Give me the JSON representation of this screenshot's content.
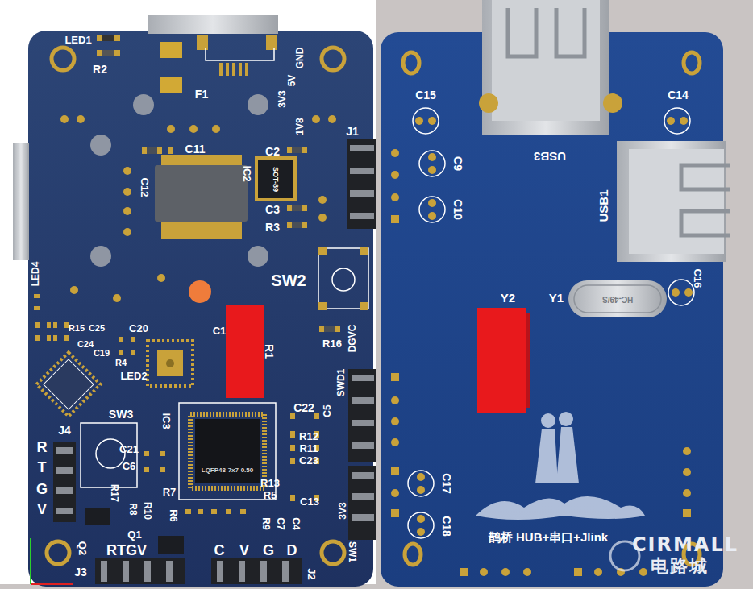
{
  "diagram": {
    "labels": [
      "LED1",
      "R2",
      "F1",
      "GND",
      "5V",
      "3V3",
      "1V8",
      "C11",
      "C2",
      "IC2",
      "SOT-89",
      "C12",
      "J1",
      "C3",
      "R3",
      "SW2",
      "LED4",
      "R15",
      "C25",
      "C20",
      "C24",
      "C19",
      "R4",
      "C1",
      "R1",
      "R16",
      "DGVC",
      "LED2",
      "SW3",
      "IC3",
      "LQFP48-7x7-0.50",
      "C22",
      "C5",
      "SWD1",
      "R12",
      "R11",
      "C23",
      "J4",
      "R",
      "T",
      "G",
      "V",
      "C21",
      "C6",
      "R17",
      "R7",
      "R13",
      "R5",
      "R8",
      "R10",
      "R6",
      "R9",
      "C7",
      "C4",
      "C13",
      "3V3",
      "Q1",
      "Q2",
      "SW1",
      "J3",
      "RTGV",
      "C",
      "V",
      "G",
      "D",
      "J2",
      "USB3",
      "C15",
      "C9",
      "C10",
      "C14",
      "USB1",
      "C16",
      "Y2",
      "Y1",
      "HC-49/S",
      "C17",
      "C18",
      "鹊桥 HUB+串口+Jlink",
      "CIRMALL",
      "电路城"
    ]
  }
}
